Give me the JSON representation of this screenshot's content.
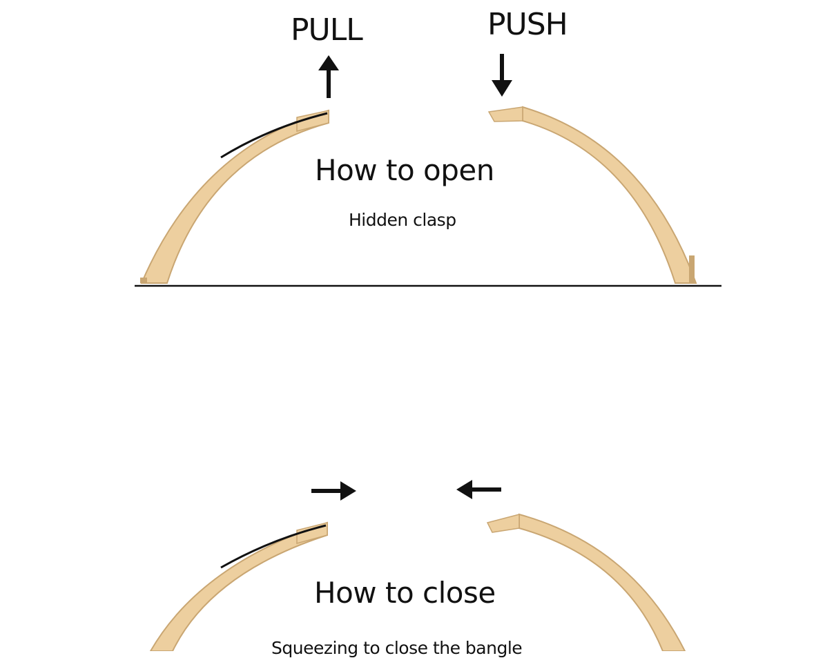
{
  "colors": {
    "bangle_fill": "#EDCF9F",
    "bangle_edge": "#C9A672",
    "ink": "#111111",
    "background": "#FFFFFF"
  },
  "open_panel": {
    "pull_label": "PULL",
    "push_label": "PUSH",
    "title": "How to open",
    "subtitle": "Hidden clasp"
  },
  "close_panel": {
    "title": "How to close",
    "subtitle": "Squeezing to close the bangle"
  },
  "icons": {
    "pull": "arrow-up-icon",
    "push": "arrow-down-icon",
    "squeeze_left": "arrow-right-icon",
    "squeeze_right": "arrow-left-icon"
  }
}
